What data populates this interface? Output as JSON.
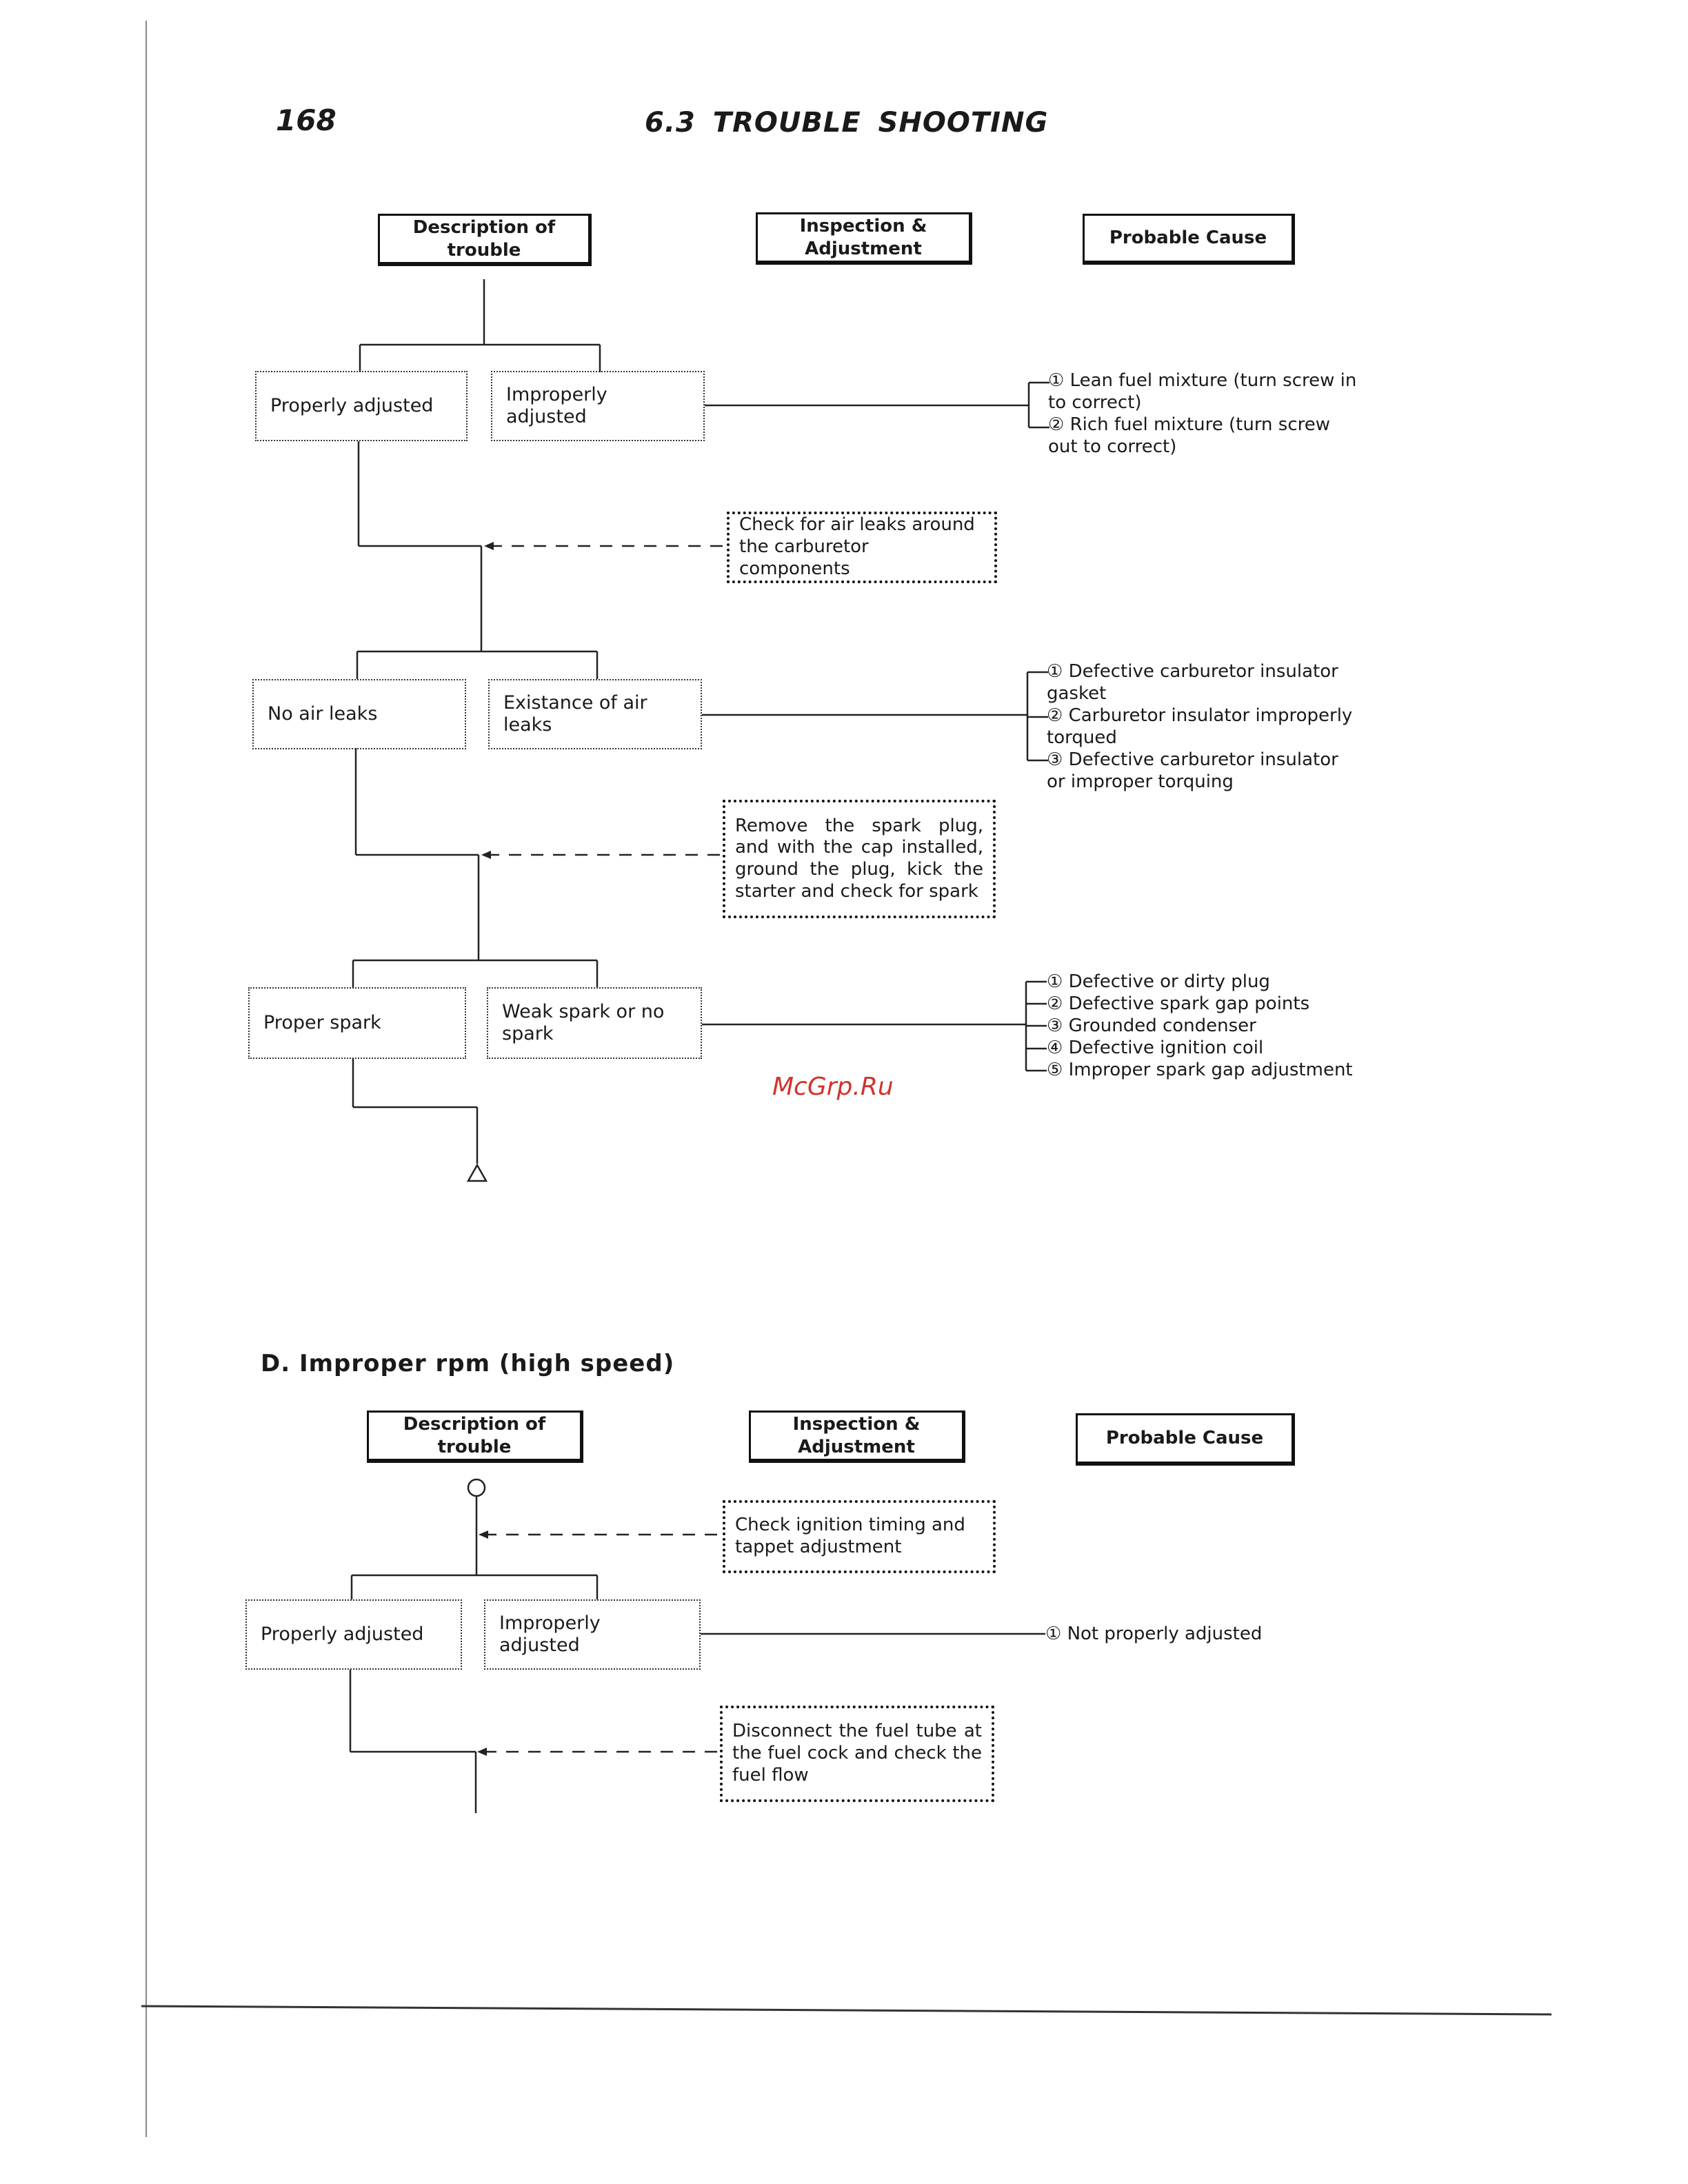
{
  "page_number": "168",
  "page_title": "6.3   TROUBLE SHOOTING",
  "headers": {
    "description": "Description of trouble",
    "inspection": "Inspection & Adjustment",
    "cause": "Probable Cause"
  },
  "flow_top": {
    "row1": {
      "left": "Properly adjusted",
      "right": "Improperly adjusted",
      "causes": [
        "① Lean fuel mixture (turn screw in",
        "    to correct)",
        "② Rich fuel mixture (turn screw",
        "    out to correct)"
      ]
    },
    "check1": "Check for air leaks around the carburetor components",
    "row2": {
      "left": "No air leaks",
      "right": "Existance of air leaks",
      "causes": [
        "① Defective carburetor insulator",
        "    gasket",
        "② Carburetor insulator improperly",
        "    torqued",
        "③ Defective carburetor insulator",
        "    or improper torquing"
      ]
    },
    "check2": "Remove the spark plug, and with the cap installed, ground the plug, kick the starter and check for spark",
    "row3": {
      "left": "Proper spark",
      "right": "Weak spark or no spark",
      "causes": [
        "① Defective or dirty plug",
        "② Defective spark gap points",
        "③ Grounded condenser",
        "④ Defective ignition coil",
        "⑤ Improper spark gap adjustment"
      ]
    }
  },
  "section_d": {
    "title": "D.  Improper rpm (high speed)",
    "check1": "Check ignition timing and tappet adjustment",
    "row1": {
      "left": "Properly adjusted",
      "right": "Improperly adjusted",
      "cause": "① Not properly adjusted"
    },
    "check2": "Disconnect the fuel tube at the fuel cock and check the fuel flow"
  },
  "watermark": "McGrp.Ru"
}
